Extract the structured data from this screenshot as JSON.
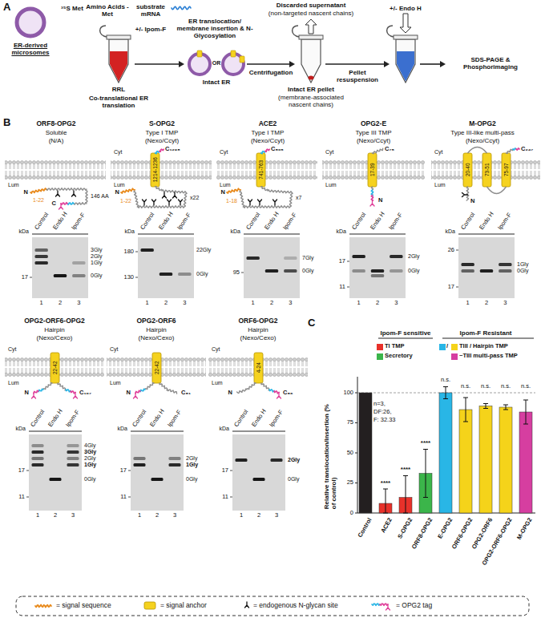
{
  "diagram": {
    "labels": [
      "A",
      "ER-derived microsomes",
      "³⁵S Met",
      "Amino Acids - Met",
      "substrate mRNA",
      "+/- Ipom-F",
      "RRL",
      "Co-translational ER translation",
      "ER translocation/ membrane insertion & N-Glycosylation",
      "OR",
      "Intact ER",
      "Centrifugation",
      "Discarded supernatant",
      "(non-targeted nascent chains)",
      "Intact ER pellet",
      "(membrane-associated nascent chains)",
      "Pellet resuspension",
      "+/- Endo H",
      "SDS-PAGE & Phosphorimaging",
      "B",
      "ORF8-OPG2",
      "Soluble",
      "(N/A)",
      "Lum",
      "1-22",
      "N",
      "146 AA",
      "C",
      "Control",
      "Endo H",
      "Ipom-F",
      "kDa",
      "17",
      "3Gly",
      "2Gly",
      "1Gly",
      "0Gly",
      "1",
      "2",
      "3",
      "S-OPG2",
      "Type I TMP",
      "(Nexo/Ccyt)",
      "Cyt",
      "C₁₂₉₈",
      "1214-1236",
      "Lum",
      "1-22",
      "N",
      "x22",
      "Control",
      "Endo H",
      "Ipom-F",
      "kDa",
      "180",
      "130",
      "22Gly",
      "0Gly",
      "1",
      "2",
      "3",
      "ACE2",
      "Type I TMP",
      "(Nexo/Ccyt)",
      "Cyt",
      "C₈₀₅",
      "741-763",
      "Lum",
      "1-18",
      "N",
      "x7",
      "Control",
      "Endo H",
      "Ipom-F",
      "kDa",
      "95",
      "7Gly",
      "0Gly",
      "1",
      "2",
      "3",
      "OPG2-E",
      "Type III TMP",
      "(Nexo/Ccyt)",
      "Cyt",
      "C₇₅",
      "17-39",
      "Lum",
      "N",
      "Control",
      "Endo H",
      "Ipom-F",
      "kDa",
      "17",
      "11",
      "2Gly",
      "0Gly",
      "1",
      "2",
      "3",
      "M-OPG2",
      "Type III-like multi-pass",
      "(Nexo/Ccyt)",
      "Cyt",
      "C₂₄₇",
      "20-40",
      "73-51",
      "75-97",
      "Lum",
      "N",
      "Control",
      "Endo H",
      "Ipom-F",
      "kDa",
      "26",
      "17",
      "1Gly",
      "0Gly",
      "1",
      "2",
      "3",
      "OPG2-ORF6-OPG2",
      "Hairpin",
      "(Nexo/Cexo)",
      "Cyt",
      "22-42",
      "Lum",
      "N",
      "C₁₀₇",
      "Control",
      "Endo H",
      "Ipom-F",
      "kDa",
      "17",
      "11",
      "4Gly",
      "3Gly",
      "2Gly",
      "1Gly",
      "0Gly",
      "1",
      "2",
      "3",
      "OPG2-ORF6",
      "Hairpin",
      "(Nexo/Cexo)",
      "Cyt",
      "22-42",
      "Lum",
      "N",
      "C₈₁",
      "Control",
      "Endo H",
      "Ipom-F",
      "kDa",
      "17",
      "11",
      "2Gly",
      "1Gly",
      "0Gly",
      "1",
      "2",
      "3",
      "ORF6-OPG2",
      "Hairpin",
      "(Nexo/Cexo)",
      "Cyt",
      "4-24",
      "Lum",
      "N",
      "C₈₆",
      "Control",
      "Endo H",
      "Ipom-F",
      "kDa",
      "17",
      "11",
      "2Gly",
      "0Gly",
      "1",
      "2",
      "3",
      "C",
      "Ipom-F sensitive",
      "Ipom-F Resistant",
      "n=3,",
      "DF:26,",
      "F: 32.33",
      "0",
      "25",
      "50",
      "75",
      "100",
      "Relative translocation/insertion (% of control)",
      "Control",
      "ACE2",
      "S-OPG2",
      "ORF8-OPG2",
      "E-OPG2",
      "ORF6-OPG2",
      "OPG2-ORF6",
      "OPG2-ORF6-OPG2",
      "M-OPG2",
      "****",
      "****",
      "****",
      "n.s.",
      "n.s.",
      "n.s.",
      "n.s.",
      "n.s."
    ],
    "legend": [
      {
        "text": "TI TMP",
        "color": "#e8312a"
      },
      {
        "text": "Secretory",
        "color": "#3bb54a"
      },
      {
        "text": "/",
        "color": "#29b6e6"
      },
      {
        "text": "TIII / Hairpin TMP",
        "color": "#f5d31a"
      },
      {
        "text": "~TIII multi-pass TMP",
        "color": "#d63ea0"
      },
      {
        "text": "= signal sequence"
      },
      {
        "text": "= signal anchor"
      },
      {
        "text": "= endogenous N-glycan site"
      },
      {
        "text": "= OPG2 tag"
      }
    ]
  }
}
